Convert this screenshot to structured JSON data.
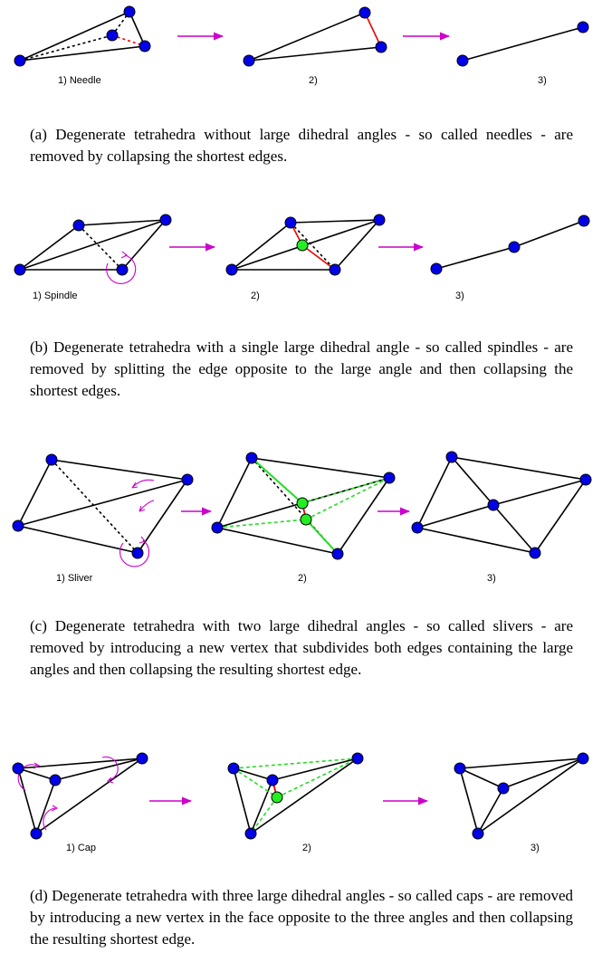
{
  "rows": [
    {
      "labels": [
        "1) Needle",
        "2)",
        "3)"
      ],
      "caption": "(a) Degenerate tetrahedra without large dihedral angles - so called needles - are removed by collapsing the shortest edges."
    },
    {
      "labels": [
        "1) Spindle",
        "2)",
        "3)"
      ],
      "caption": "(b) Degenerate tetrahedra with a single large dihedral angle - so called spindles - are removed by splitting the edge opposite to the large angle and then collapsing the shortest edges."
    },
    {
      "labels": [
        "1) Sliver",
        "2)",
        "3)"
      ],
      "caption": "(c) Degenerate tetrahedra with two large dihedral angles - so called slivers - are removed by introducing a new vertex that subdivides both edges containing the large angles and then collapsing the resulting shortest edge."
    },
    {
      "labels": [
        "1) Cap",
        "2)",
        "3)"
      ],
      "caption": "(d) Degenerate tetrahedra with three large dihedral angles - so called caps - are removed by introducing a new vertex in the face opposite to the three angles and then collapsing the resulting shortest edge."
    }
  ],
  "colors": {
    "vertex": "#0000e6",
    "new_vertex": "#22ee22",
    "arrow": "#cc00cc",
    "collapse_edge": "#ee0000",
    "split_edge": "#22dd22",
    "edge": "#000000"
  }
}
